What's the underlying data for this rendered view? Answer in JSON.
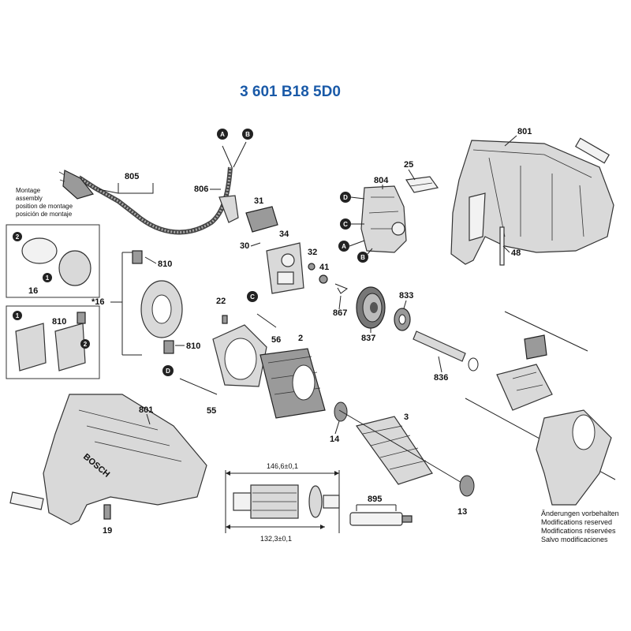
{
  "title": "3 601 B18 5D0",
  "assembly_note": [
    "Montage",
    "assembly",
    "position de montage",
    "posición de montaje"
  ],
  "modifications_note": [
    "Änderungen vorbehalten",
    "Modifications reserved",
    "Modifications réservées",
    "Salvo modificaciones"
  ],
  "letters": {
    "A": "A",
    "B": "B",
    "C": "C",
    "D": "D"
  },
  "dimensions": {
    "overall": "146,6±0,1",
    "inner": "132,3±0,1"
  },
  "parts": {
    "p801a": "801",
    "p805": "805",
    "p806": "806",
    "p31": "31",
    "p34": "34",
    "p30": "30",
    "p32": "32",
    "p41": "41",
    "p804": "804",
    "p25": "25",
    "p48": "48",
    "p810a": "810",
    "p16a": "16",
    "p16b": "*16",
    "p810b": "810",
    "p810c": "810",
    "p22": "22",
    "p56": "56",
    "p867": "867",
    "p837": "837",
    "p833": "833",
    "p836": "836",
    "p2": "2",
    "p55": "55",
    "p14": "14",
    "p3": "3",
    "p13": "13",
    "p801b": "801",
    "p19": "19",
    "p895": "895"
  }
}
